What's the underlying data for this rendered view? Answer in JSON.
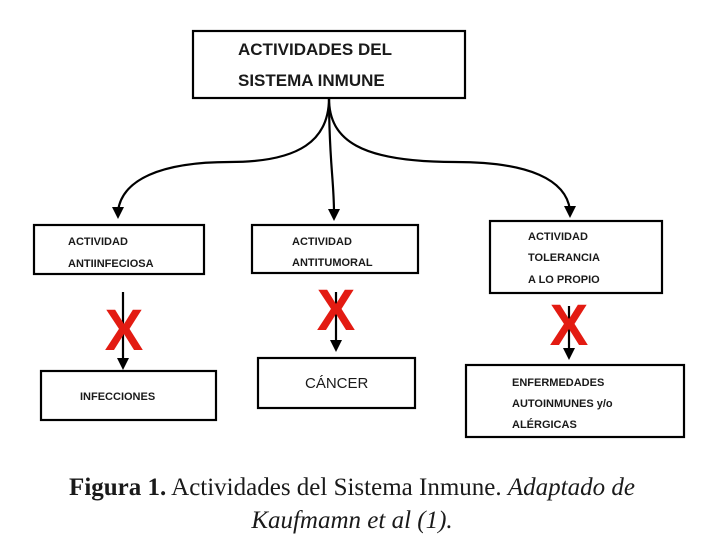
{
  "diagram": {
    "root": [
      "ACTIVIDADES DEL",
      "SISTEMA  INMUNE"
    ],
    "branches": [
      {
        "activity": [
          "ACTIVIDAD",
          "ANTIINFECIOSA"
        ],
        "outcome": [
          "INFECCIONES"
        ],
        "blocked_mark": "X"
      },
      {
        "activity": [
          "ACTIVIDAD",
          "ANTITUMORAL"
        ],
        "outcome": [
          "CÁNCER"
        ],
        "blocked_mark": "X"
      },
      {
        "activity": [
          "ACTIVIDAD",
          "TOLERANCIA",
          "A  LO PROPIO"
        ],
        "outcome": [
          "ENFERMEDADES",
          "AUTOINMUNES  y/o",
          "ALÉRGICAS"
        ],
        "blocked_mark": "X"
      }
    ],
    "cross_color": "#e31b12"
  },
  "caption": {
    "label": "Figura 1.",
    "text": " Actividades del Sistema Inmune. ",
    "italic_line1": "Adaptado de",
    "italic_line2": "Kaufmamn et al (1)."
  }
}
